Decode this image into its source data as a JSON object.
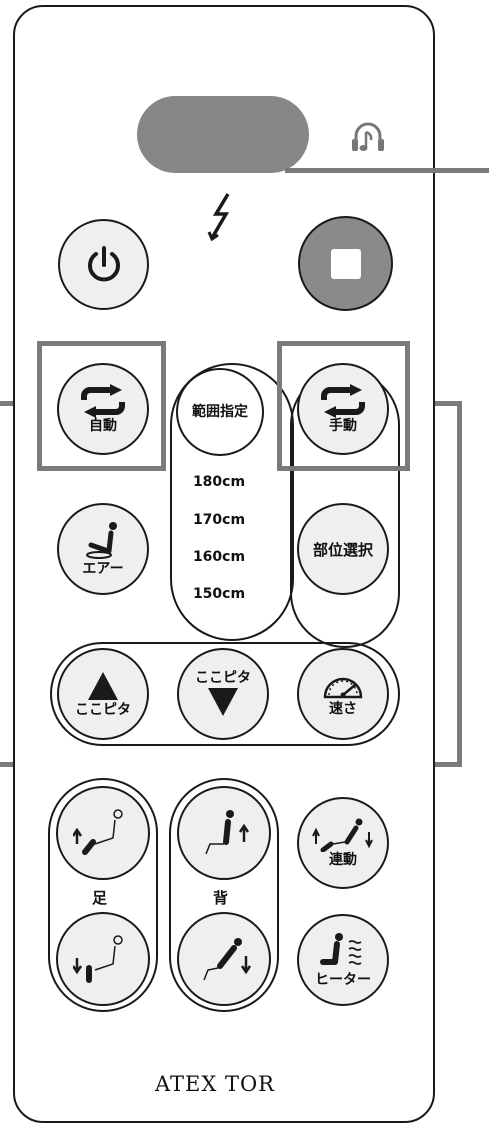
{
  "brand": "ATEX TOR",
  "buttons": {
    "power": {
      "icon": "power-icon"
    },
    "stop": {
      "icon": "stop-icon"
    },
    "auto": {
      "label": "自動",
      "icon": "cycle-arrows-icon"
    },
    "manual": {
      "label": "手動",
      "icon": "cycle-arrows-icon"
    },
    "range": {
      "label": "範囲指定"
    },
    "air": {
      "label": "エアー",
      "icon": "seat-air-icon"
    },
    "part_select": {
      "label": "部位選択"
    },
    "fit_up": {
      "label": "ここピタ",
      "icon": "triangle-up-icon"
    },
    "fit_down": {
      "label": "ここピタ",
      "icon": "triangle-down-icon"
    },
    "speed": {
      "label": "速さ",
      "icon": "speedometer-icon"
    },
    "linked": {
      "label": "連動",
      "icon": "recline-linked-icon"
    },
    "heater": {
      "label": "ヒーター",
      "icon": "heater-icon"
    }
  },
  "heights": [
    "180cm",
    "170cm",
    "160cm",
    "150cm"
  ],
  "groups": {
    "foot": "足",
    "back": "背"
  },
  "colors": {
    "highlight": "#7a7a7a",
    "lcd": "#878787",
    "stop": "#8a8a8a"
  }
}
